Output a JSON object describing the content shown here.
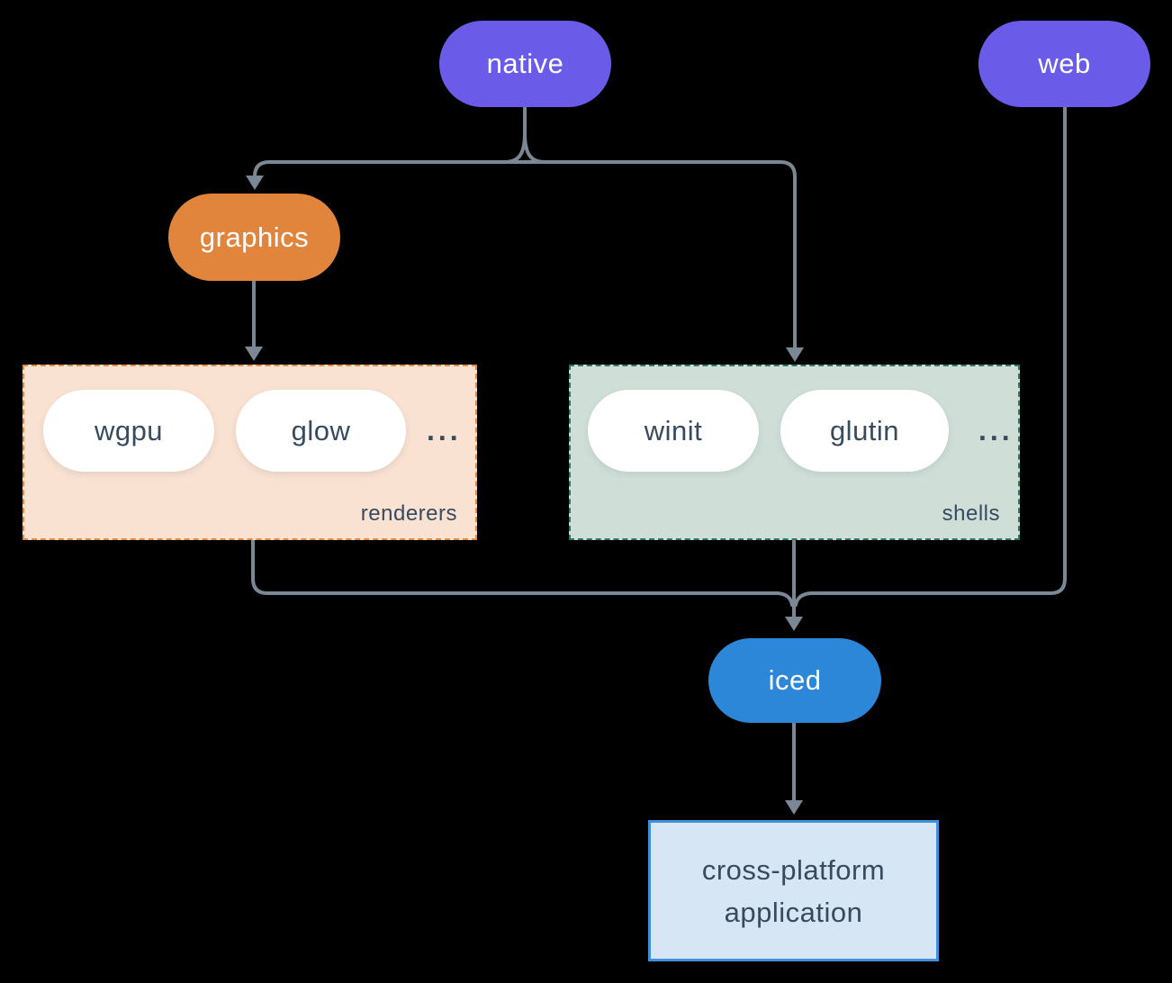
{
  "background_color": "#000000",
  "connector_color": "#7b8794",
  "text_color": "#374b5e",
  "nodes": {
    "native": {
      "label": "native",
      "color": "#6a5ce8"
    },
    "web": {
      "label": "web",
      "color": "#6a5ce8"
    },
    "graphics": {
      "label": "graphics",
      "color": "#e2853c"
    },
    "iced": {
      "label": "iced",
      "color": "#2d87d8"
    }
  },
  "groups": {
    "renderers": {
      "label": "renderers",
      "items": [
        "wgpu",
        "glow"
      ],
      "ellipsis": "...",
      "fill": "#f9e2d2",
      "border": "#e78a40"
    },
    "shells": {
      "label": "shells",
      "items": [
        "winit",
        "glutin"
      ],
      "ellipsis": "...",
      "fill": "#cfdfd8",
      "border": "#2f7767"
    }
  },
  "app": {
    "lines": [
      "cross-platform",
      "application"
    ],
    "fill": "#d7e6f5",
    "border": "#4090dc"
  },
  "edges": [
    "native -> graphics",
    "native -> shells",
    "graphics -> renderers",
    "renderers -> iced",
    "shells -> iced",
    "web -> iced",
    "iced -> cross-platform application"
  ]
}
